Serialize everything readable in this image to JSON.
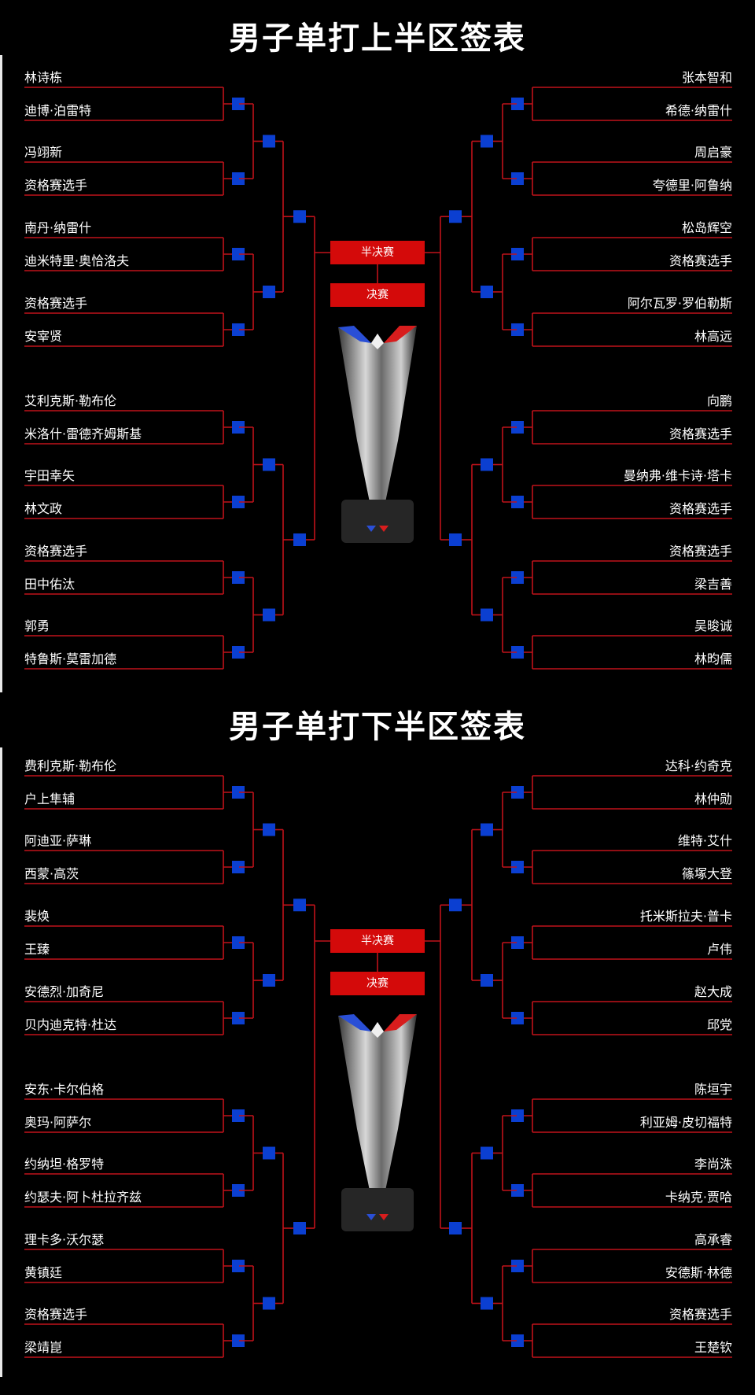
{
  "colors": {
    "background": "#000000",
    "line": "#c0121a",
    "node": "#0b3fd1",
    "label_bg": "#d40a0a",
    "text": "#ffffff"
  },
  "sections": [
    {
      "title": "男子单打上半区签表",
      "semifinal_label": "半决赛",
      "final_label": "决赛",
      "left_players": [
        "林诗栋",
        "迪博·泊雷特",
        "冯翊新",
        "资格赛选手",
        "南丹·纳雷什",
        "迪米特里·奥恰洛夫",
        "资格赛选手",
        "安宰贤",
        "艾利克斯·勒布伦",
        "米洛什·雷德齐姆斯基",
        "宇田幸矢",
        "林文政",
        "资格赛选手",
        "田中佑汰",
        "郭勇",
        "特鲁斯·莫雷加德"
      ],
      "right_players": [
        "张本智和",
        "希德·纳雷什",
        "周启豪",
        "夸德里·阿鲁纳",
        "松岛辉空",
        "资格赛选手",
        "阿尔瓦罗·罗伯勒斯",
        "林高远",
        "向鹏",
        "资格赛选手",
        "曼纳弗·维卡诗·塔卡",
        "资格赛选手",
        "资格赛选手",
        "梁吉善",
        "吴晙诚",
        "林昀儒"
      ]
    },
    {
      "title": "男子单打下半区签表",
      "semifinal_label": "半决赛",
      "final_label": "决赛",
      "left_players": [
        "费利克斯·勒布伦",
        "户上隼辅",
        "阿迪亚·萨琳",
        "西蒙·高茨",
        "裴焕",
        "王臻",
        "安德烈·加奇尼",
        "贝内迪克特·杜达",
        "安东·卡尔伯格",
        "奥玛·阿萨尔",
        "约纳坦·格罗特",
        "约瑟夫·阿卜杜拉齐兹",
        "理卡多·沃尔瑟",
        "黄镇廷",
        "资格赛选手",
        "梁靖崑"
      ],
      "right_players": [
        "达科·约奇克",
        "林仲勋",
        "维特·艾什",
        "篠塚大登",
        "托米斯拉夫·普卡",
        "卢伟",
        "赵大成",
        "邱党",
        "陈垣宇",
        "利亚姆·皮切福特",
        "李尚洙",
        "卡纳克·贾哈",
        "高承睿",
        "安德斯·林德",
        "资格赛选手",
        "王楚钦"
      ]
    }
  ]
}
